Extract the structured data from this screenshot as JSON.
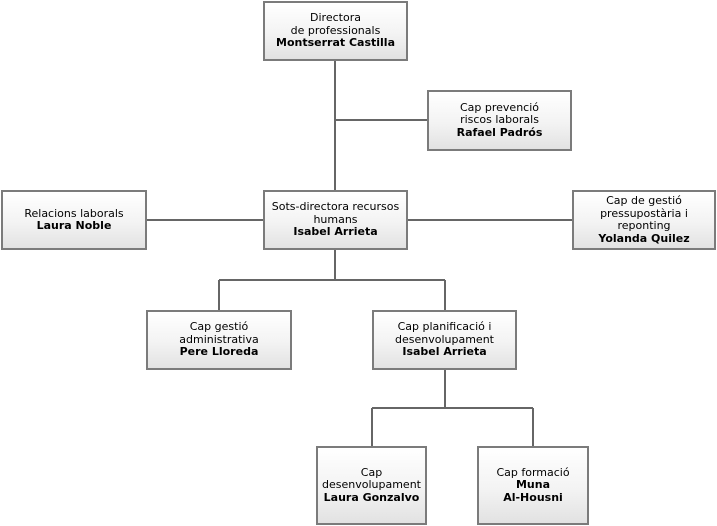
{
  "nodes": {
    "directora": {
      "title_lines": [
        "Directora",
        "de professionals"
      ],
      "name_lines": [
        "Montserrat Castilla"
      ]
    },
    "prevencio": {
      "title_lines": [
        "Cap prevenció",
        "riscos laborals"
      ],
      "name_lines": [
        "Rafael Padrós"
      ]
    },
    "relacions": {
      "title_lines": [
        "Relacions laborals"
      ],
      "name_lines": [
        "Laura Noble"
      ]
    },
    "sotsdirectora": {
      "title_lines": [
        "Sots-directora recursos",
        "humans"
      ],
      "name_lines": [
        "Isabel Arrieta"
      ]
    },
    "pressupost": {
      "title_lines": [
        "Cap de gestió",
        "pressupostària i",
        "reponting"
      ],
      "name_lines": [
        "Yolanda Quilez"
      ]
    },
    "administrativa": {
      "title_lines": [
        "Cap gestió",
        "administrativa"
      ],
      "name_lines": [
        "Pere Lloreda"
      ]
    },
    "planificacio": {
      "title_lines": [
        "Cap planificació i",
        "desenvolupament"
      ],
      "name_lines": [
        "Isabel Arrieta"
      ]
    },
    "desenvolupament": {
      "title_lines": [
        "Cap",
        "desenvolupament"
      ],
      "name_lines": [
        "Laura Gonzalvo"
      ]
    },
    "formacio": {
      "title_lines": [
        "Cap formació"
      ],
      "name_lines": [
        "Muna",
        "Al-Housni"
      ]
    }
  }
}
